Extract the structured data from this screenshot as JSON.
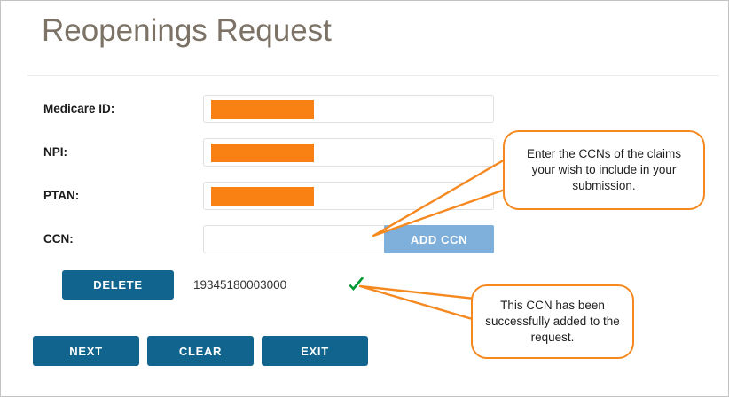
{
  "page": {
    "title": "Reopenings Request"
  },
  "colors": {
    "title_text": "#7c7366",
    "redaction_orange": "#f98012",
    "callout_orange": "#f5881f",
    "primary_button": "#10648d",
    "add_button": "#7fb0dc",
    "check_green": "#009933",
    "frame_border": "#c3c3c3",
    "input_border": "#e0e0e0"
  },
  "form": {
    "fields": [
      {
        "label": "Medicare ID:",
        "value": "",
        "placeholder": "",
        "redacted": true
      },
      {
        "label": "NPI:",
        "value": "",
        "placeholder": "",
        "redacted": true
      },
      {
        "label": "PTAN:",
        "value": "",
        "placeholder": "",
        "redacted": true
      }
    ],
    "ccn": {
      "label": "CCN:",
      "value": "",
      "placeholder": "",
      "add_button_label": "ADD CCN"
    }
  },
  "ccn_list": {
    "delete_label": "DELETE",
    "value": "19345180003000",
    "status_icon": "check-icon"
  },
  "footer": {
    "next_label": "NEXT",
    "clear_label": "CLEAR",
    "exit_label": "EXIT"
  },
  "callouts": {
    "ccn_entry": "Enter the CCNs of the claims your wish to include in your submission.",
    "ccn_added": "This CCN has been successfully added to the request."
  }
}
